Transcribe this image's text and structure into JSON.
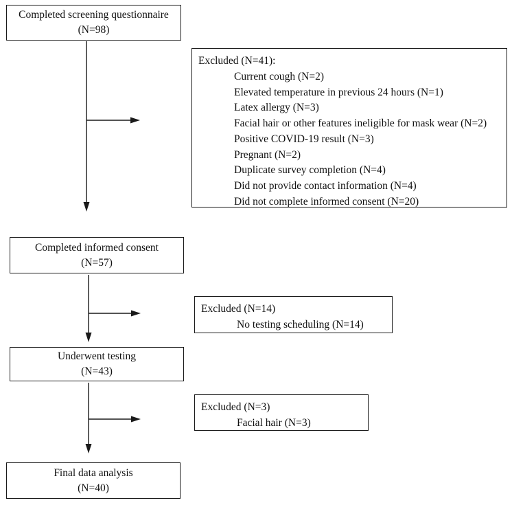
{
  "figure": {
    "type": "participant-flow-diagram",
    "background_color": "#ffffff",
    "line_color": "#1a1a1a"
  },
  "nodes": {
    "screening": {
      "line1": "Completed screening questionnaire",
      "line2": "(N=98)",
      "count": 98
    },
    "excluded_screening": {
      "heading": "Excluded (N=41):",
      "total": 41,
      "reasons": [
        {
          "label": "Current cough (N=2)",
          "count": 2
        },
        {
          "label": "Elevated temperature in previous 24 hours (N=1)",
          "count": 1
        },
        {
          "label": "Latex allergy (N=3)",
          "count": 3
        },
        {
          "label": "Facial hair or other features ineligible for mask wear (N=2)",
          "count": 2
        },
        {
          "label": "Positive COVID-19 result (N=3)",
          "count": 3
        },
        {
          "label": "Pregnant (N=2)",
          "count": 2
        },
        {
          "label": "Duplicate survey completion (N=4)",
          "count": 4
        },
        {
          "label": "Did not provide contact information (N=4)",
          "count": 4
        },
        {
          "label": "Did not complete informed consent (N=20)",
          "count": 20
        }
      ]
    },
    "consent": {
      "line1": "Completed informed consent",
      "line2": "(N=57)",
      "count": 57
    },
    "excluded_consent": {
      "heading": "Excluded (N=14)",
      "total": 14,
      "reasons": [
        {
          "label": "No testing scheduling (N=14)",
          "count": 14
        }
      ]
    },
    "testing": {
      "line1": "Underwent testing",
      "line2": "(N=43)",
      "count": 43
    },
    "excluded_testing": {
      "heading": "Excluded (N=3)",
      "total": 3,
      "reasons": [
        {
          "label": "Facial hair (N=3)",
          "count": 3
        }
      ]
    },
    "analysis": {
      "line1": "Final data analysis",
      "line2": "(N=40)",
      "count": 40
    }
  }
}
